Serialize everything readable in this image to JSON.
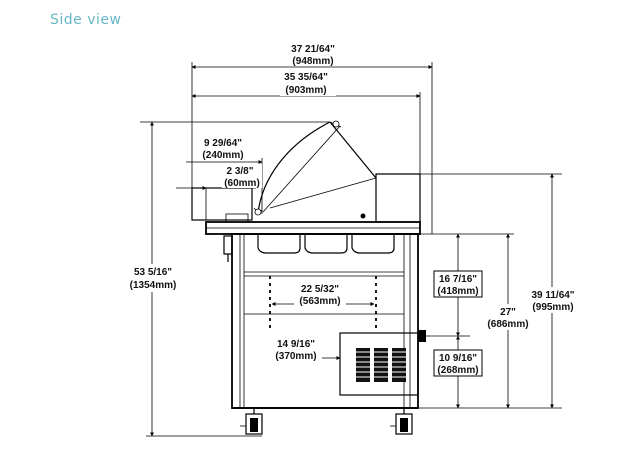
{
  "heading": "Side view",
  "dimensions": {
    "overall_width": {
      "imperial": "37 21/64\"",
      "metric": "(948mm)"
    },
    "body_width": {
      "imperial": "35 35/64\"",
      "metric": "(903mm)"
    },
    "lid_offset": {
      "imperial": "9 29/64\"",
      "metric": "(240mm)"
    },
    "rail_offset": {
      "imperial": "2 3/8\"",
      "metric": "(60mm)"
    },
    "overall_height": {
      "imperial": "53 5/16\"",
      "metric": "(1354mm)"
    },
    "shelf_depth": {
      "imperial": "22 5/32\"",
      "metric": "(563mm)"
    },
    "lower_depth": {
      "imperial": "14 9/16\"",
      "metric": "(370mm)"
    },
    "upper_clear": {
      "imperial": "16 7/16\"",
      "metric": "(418mm)"
    },
    "lower_clear": {
      "imperial": "10 9/16\"",
      "metric": "(268mm)"
    },
    "work_height": {
      "imperial": "27\"",
      "metric": "(686mm)"
    },
    "top_height": {
      "imperial": "39 11/64\"",
      "metric": "(995mm)"
    }
  }
}
